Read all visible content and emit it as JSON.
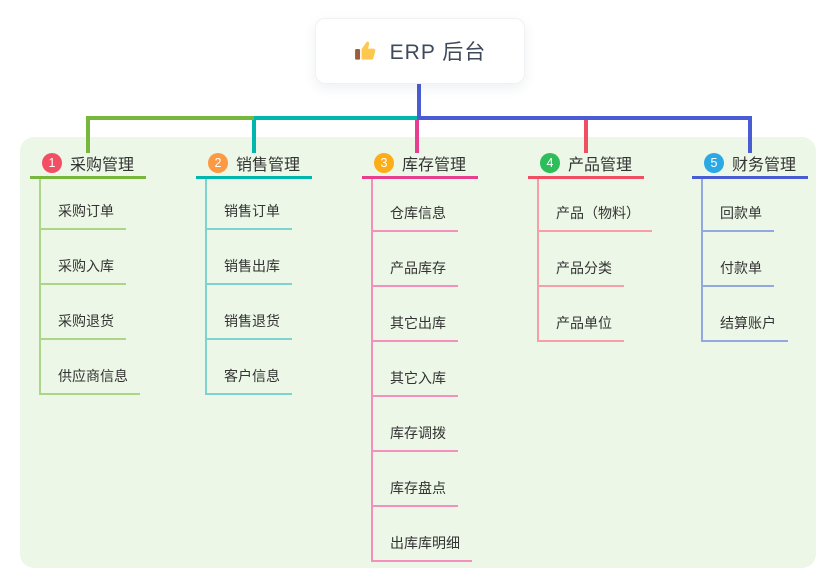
{
  "root": {
    "icon": "thumbs-up",
    "label": "ERP 后台"
  },
  "branches": [
    {
      "num": "1",
      "label": "采购管理",
      "badge_color": "#f34f64",
      "line_color": "#76b73c",
      "sub_line_color": "#abd587",
      "children": [
        "采购订单",
        "采购入库",
        "采购退货",
        "供应商信息"
      ]
    },
    {
      "num": "2",
      "label": "销售管理",
      "badge_color": "#fb9a42",
      "line_color": "#00b7ae",
      "sub_line_color": "#7cd4cc",
      "children": [
        "销售订单",
        "销售出库",
        "销售退货",
        "客户信息"
      ]
    },
    {
      "num": "3",
      "label": "库存管理",
      "badge_color": "#fbae17",
      "line_color": "#e83e8f",
      "sub_line_color": "#f490bd",
      "children": [
        "仓库信息",
        "产品库存",
        "其它出库",
        "其它入库",
        "库存调拨",
        "库存盘点",
        "出库库明细"
      ]
    },
    {
      "num": "4",
      "label": "产品管理",
      "badge_color": "#2dbd5b",
      "line_color": "#f04f63",
      "sub_line_color": "#f79fa9",
      "children": [
        "产品（物料）",
        "产品分类",
        "产品单位"
      ]
    },
    {
      "num": "5",
      "label": "财务管理",
      "badge_color": "#2ba9e4",
      "line_color": "#4a5cd3",
      "sub_line_color": "#93a8e0",
      "children": [
        "回款单",
        "付款单",
        "结算账户"
      ]
    }
  ],
  "colors": {
    "canvas_bg": "#ffffff",
    "panel_bg": "#ecf7e7",
    "root_connector": "#4a5cd3",
    "text": "#333333"
  }
}
